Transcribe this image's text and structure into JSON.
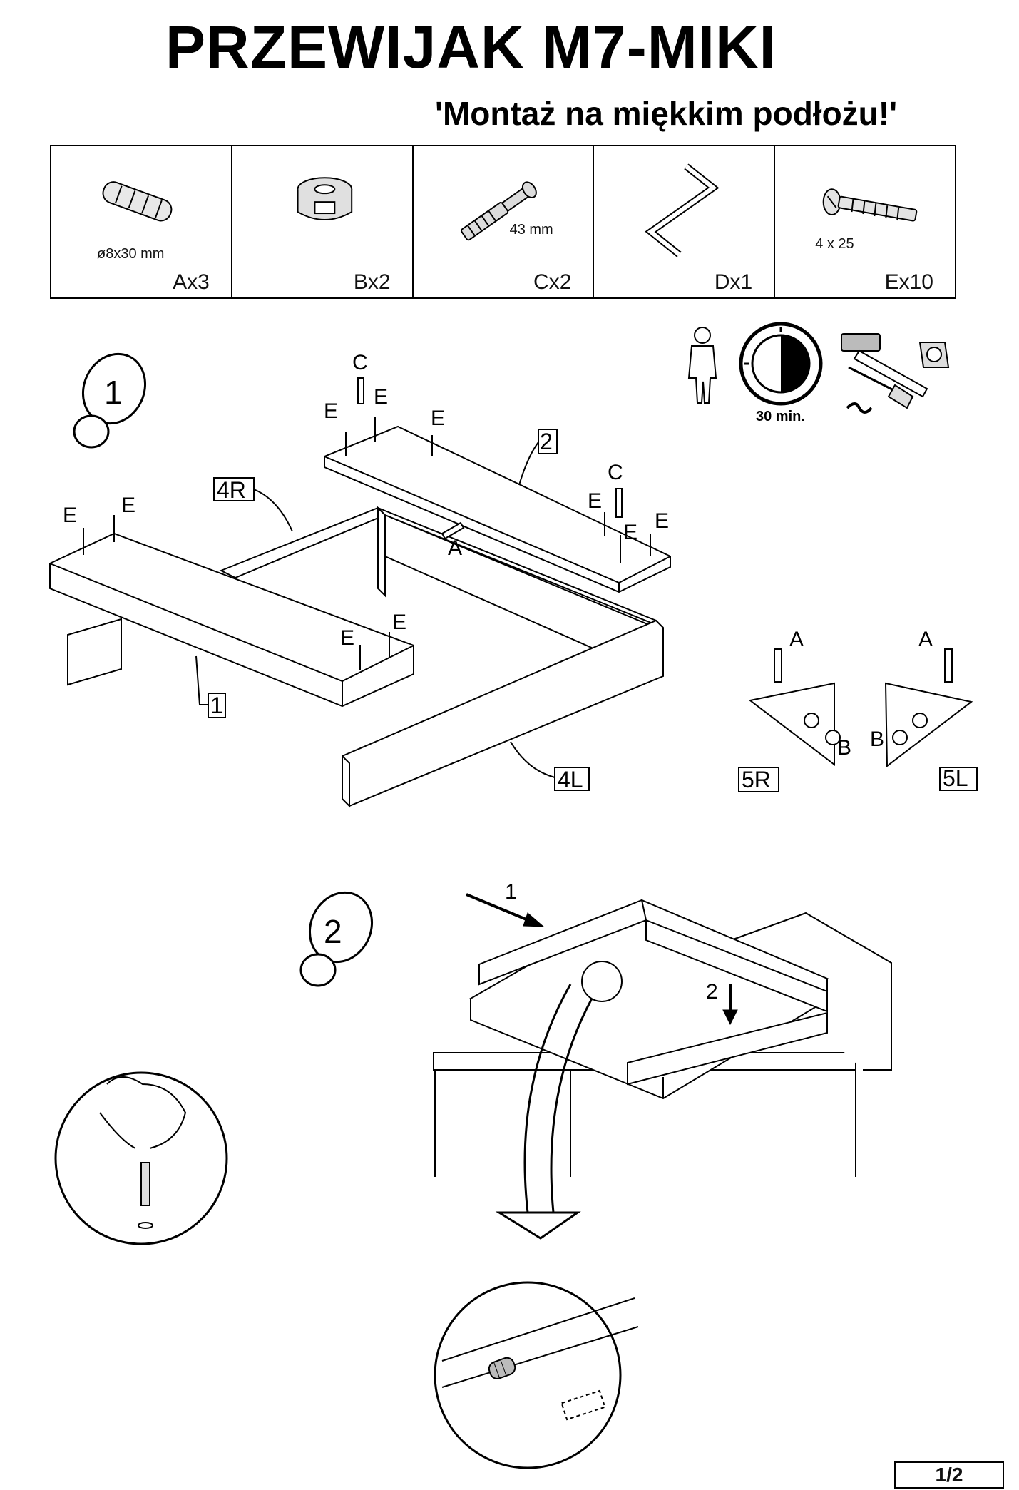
{
  "title": "PRZEWIJAK M7-MIKI",
  "subtitle": "'Montaż na miękkim podłożu!'",
  "parts": [
    {
      "icon": "dowel-icon",
      "dimension": "ø8x30 mm",
      "qty": "Ax3"
    },
    {
      "icon": "cam-lock-icon",
      "dimension": "",
      "qty": "Bx2"
    },
    {
      "icon": "cam-bolt-icon",
      "dimension": "43 mm",
      "qty": "Cx2"
    },
    {
      "icon": "allen-key-icon",
      "dimension": "",
      "qty": "Dx1"
    },
    {
      "icon": "screw-icon",
      "dimension": "4 x 25",
      "qty": "Ex10"
    }
  ],
  "assembly_info": {
    "time": "30 min.",
    "icons": [
      "person-icon",
      "clock-icon",
      "hammer-icon",
      "screwdriver-icon",
      "tape-measure-icon"
    ]
  },
  "step1": {
    "number": "1",
    "panel_labels": {
      "p1": "1",
      "p2": "2",
      "p4r": "4R",
      "p4l": "4L",
      "p5r": "5R",
      "p5l": "5L"
    },
    "hardware_labels": {
      "a": "A",
      "b": "B",
      "c": "C",
      "e": "E"
    }
  },
  "step2": {
    "number": "2",
    "arrow1": "1",
    "arrow2": "2"
  },
  "page": "1/2"
}
